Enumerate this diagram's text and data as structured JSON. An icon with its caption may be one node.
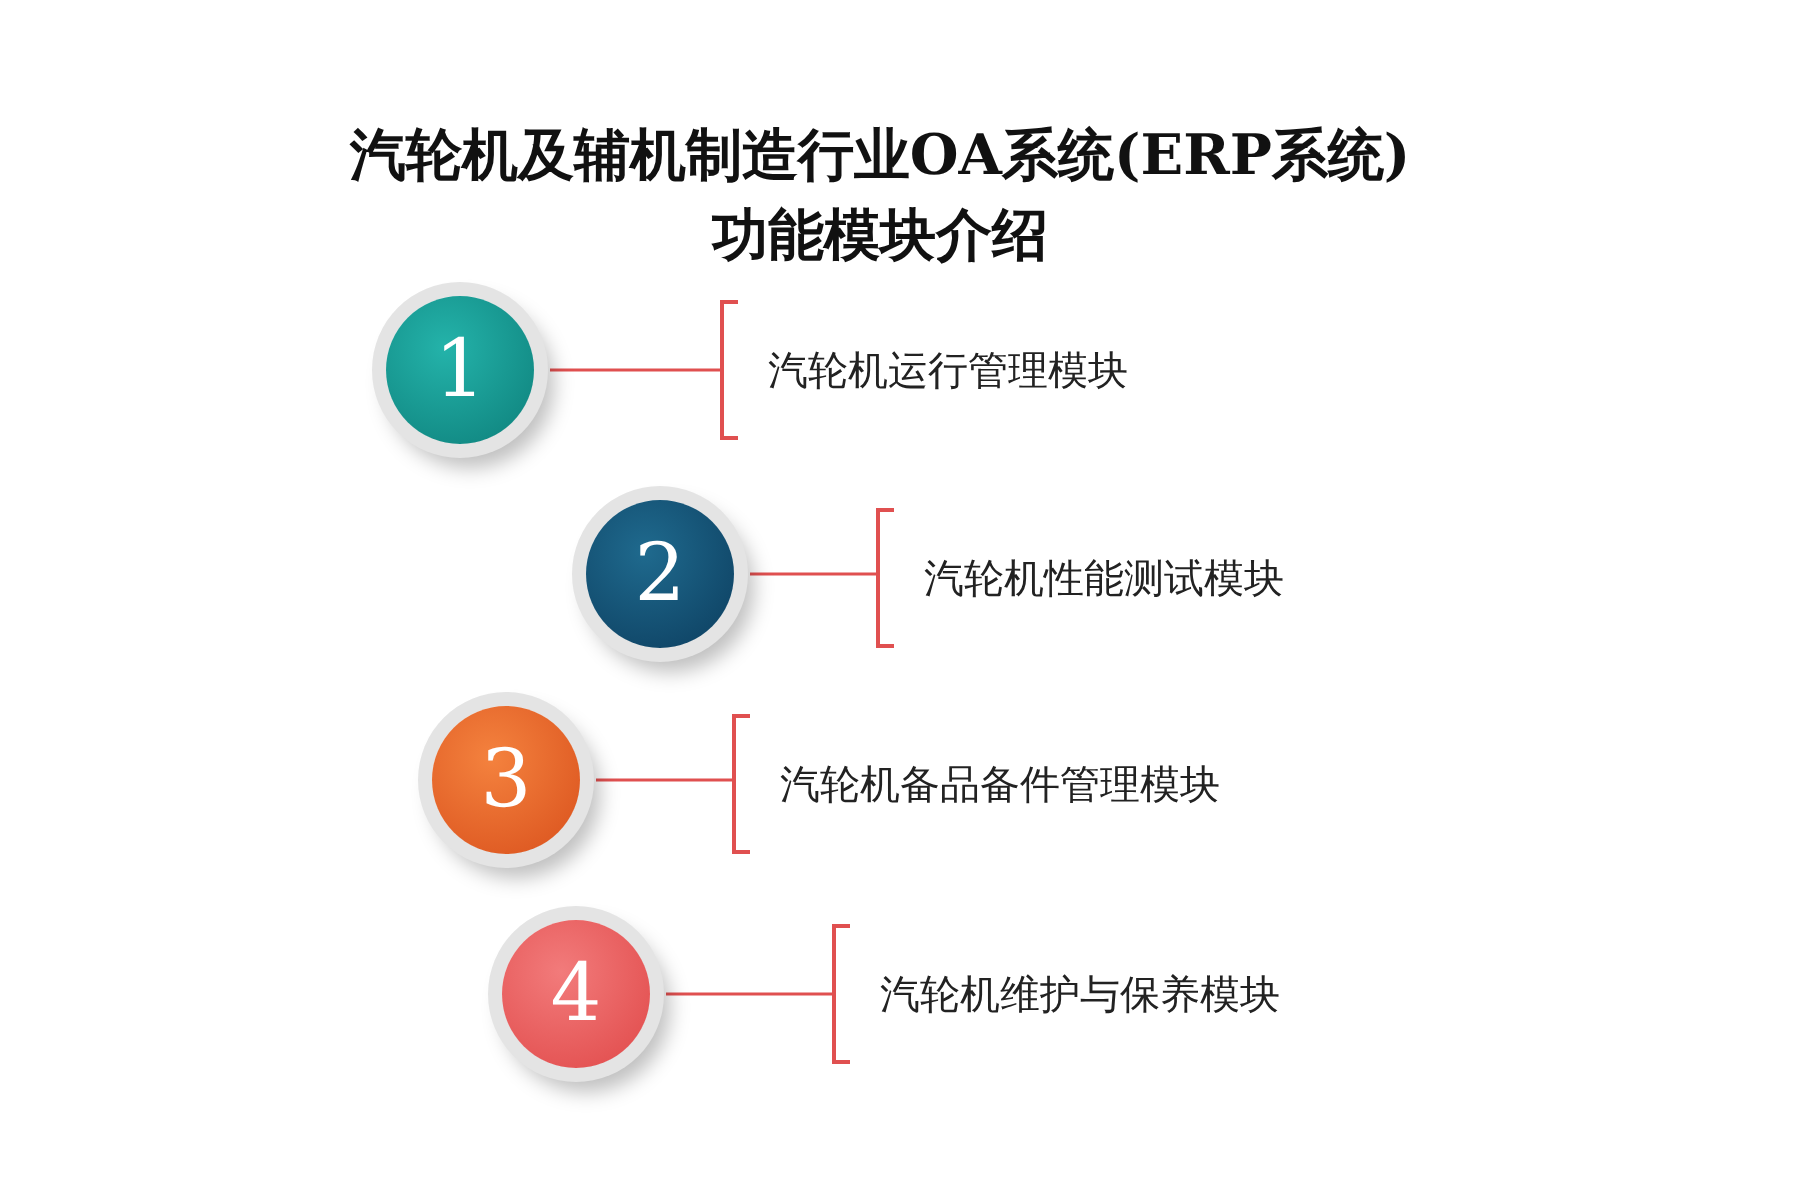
{
  "diagram": {
    "title": "汽轮机及辅机制造行业OA系统(ERP系统)功能模块介绍",
    "nodes": [
      {
        "text": [
          "1"
        ]
      },
      {
        "text": [
          "汽轮机运行管理模块"
        ]
      },
      {
        "text": [
          "2"
        ]
      },
      {
        "text": [
          "汽轮机性能测试模块"
        ]
      },
      {
        "text": [
          "3"
        ]
      },
      {
        "text": [
          "汽轮机备品备件管理模块"
        ]
      },
      {
        "text": [
          "4"
        ]
      },
      {
        "text": [
          "汽轮机维护与保养模块"
        ]
      }
    ],
    "edges": [
      {
        "from": 0,
        "to": 1,
        "arrow": "none"
      },
      {
        "from": 2,
        "to": 3,
        "arrow": "none"
      },
      {
        "from": 4,
        "to": 5,
        "arrow": "none"
      },
      {
        "from": 6,
        "to": 7,
        "arrow": "none"
      }
    ]
  }
}
